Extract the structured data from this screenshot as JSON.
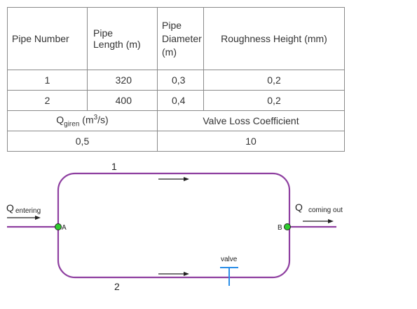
{
  "table": {
    "headers": {
      "pipe_number": "Pipe Number",
      "pipe_length": "Pipe\nLength (m)",
      "pipe_diameter": "Pipe\nDiameter\n(m)",
      "roughness": "Roughness Height (mm)"
    },
    "rows": [
      {
        "number": "1",
        "length": "320",
        "diameter": "0,3",
        "roughness": "0,2"
      },
      {
        "number": "2",
        "length": "400",
        "diameter": "0,4",
        "roughness": "0,2"
      }
    ],
    "q_label": "Q",
    "q_sub": "giren",
    "q_unit_pre": " (m",
    "q_unit_sup": "3",
    "q_unit_post": "/s)",
    "valve_header": "Valve Loss Coefficient",
    "q_value": "0,5",
    "valve_value": "10"
  },
  "diagram": {
    "pipe1_label": "1",
    "pipe2_label": "2",
    "node_a": "A",
    "node_b": "B",
    "q_in": "Q",
    "q_in_sub": "entering",
    "q_out": "Q",
    "q_out_label": "coming out",
    "valve_label": "valve",
    "pipe_color": "#8e3fa0",
    "node_color": "#2ecc2e"
  }
}
